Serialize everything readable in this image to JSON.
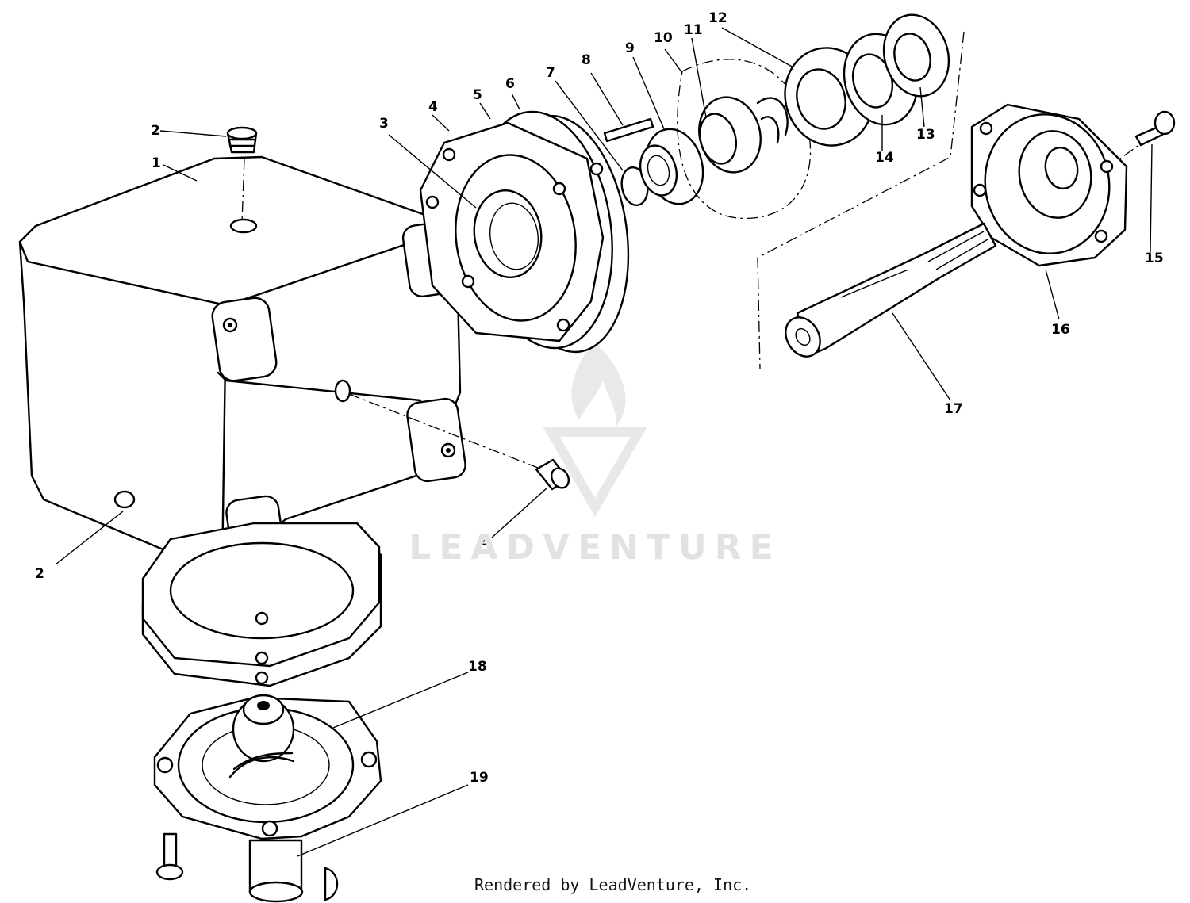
{
  "watermark": {
    "text": "LEADVENTURE"
  },
  "footer": {
    "credit": "Rendered by LeadVenture, Inc."
  },
  "callouts": [
    {
      "id": "c1",
      "label": "1"
    },
    {
      "id": "c2a",
      "label": "2"
    },
    {
      "id": "c2b",
      "label": "2"
    },
    {
      "id": "c2c",
      "label": "2"
    },
    {
      "id": "c3",
      "label": "3"
    },
    {
      "id": "c4",
      "label": "4"
    },
    {
      "id": "c5",
      "label": "5"
    },
    {
      "id": "c6",
      "label": "6"
    },
    {
      "id": "c7",
      "label": "7"
    },
    {
      "id": "c8",
      "label": "8"
    },
    {
      "id": "c9",
      "label": "9"
    },
    {
      "id": "c10",
      "label": "10"
    },
    {
      "id": "c11",
      "label": "11"
    },
    {
      "id": "c12",
      "label": "12"
    },
    {
      "id": "c13",
      "label": "13"
    },
    {
      "id": "c14",
      "label": "14"
    },
    {
      "id": "c15",
      "label": "15"
    },
    {
      "id": "c16",
      "label": "16"
    },
    {
      "id": "c17",
      "label": "17"
    },
    {
      "id": "c18",
      "label": "18"
    },
    {
      "id": "c19",
      "label": "19"
    }
  ]
}
